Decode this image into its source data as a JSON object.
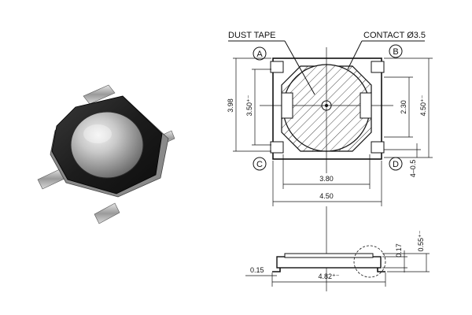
{
  "photo": {
    "subject": "tactile-switch-photo"
  },
  "drawing": {
    "callouts": {
      "dust_tape": "DUST TAPE",
      "contact": "CONTACT Ø3.5"
    },
    "pads": {
      "a": "A",
      "b": "B",
      "c": "C",
      "d": "D"
    },
    "dimensions": {
      "height_outer": "3.98",
      "height_inner": "3.50⁺⁻",
      "pad_spacing": "2.30",
      "width_right": "4.50⁺⁻",
      "tab_width": "4–0.5",
      "width_inner": "3.80",
      "width_body": "4.50",
      "thickness": "0.17",
      "height_side": "0.55⁺⁻",
      "lead_thickness": "0.15",
      "overall_length": "4.82⁺⁻"
    }
  },
  "colors": {
    "ink": "#111111",
    "background": "#ffffff"
  }
}
